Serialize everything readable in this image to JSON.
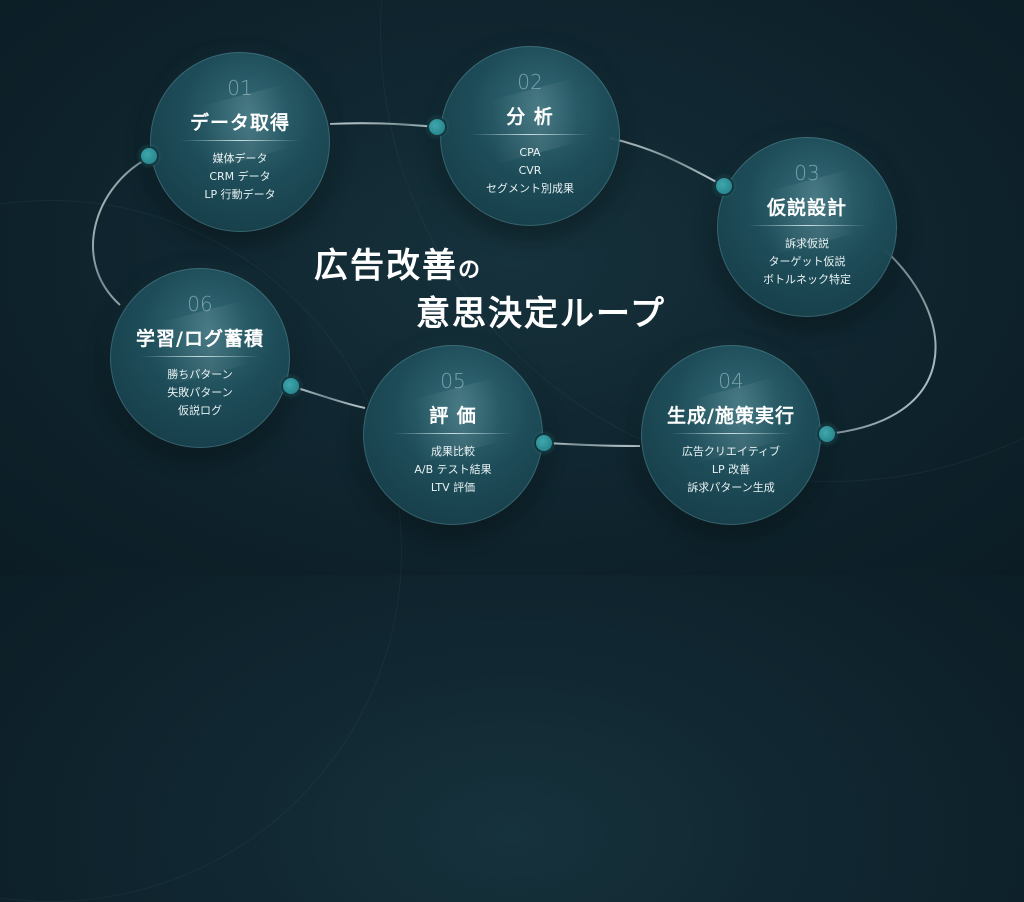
{
  "diagram": {
    "title_line1": "広告改善",
    "title_particle": "の",
    "title_line2": "意思決定ループ",
    "colors": {
      "background": "#102630",
      "node_fill": "#1e4e5a",
      "connector_dot": "#2a9097",
      "loop_line": "#c8d6da"
    },
    "steps": [
      {
        "number": "01",
        "title": "データ取得",
        "items": [
          "媒体データ",
          "CRM データ",
          "LP 行動データ"
        ]
      },
      {
        "number": "02",
        "title": "分 析",
        "items": [
          "CPA",
          "CVR",
          "セグメント別成果"
        ]
      },
      {
        "number": "03",
        "title": "仮説設計",
        "items": [
          "訴求仮説",
          "ターゲット仮説",
          "ボトルネック特定"
        ]
      },
      {
        "number": "04",
        "title": "生成/施策実行",
        "items": [
          "広告クリエイティブ",
          "LP 改善",
          "訴求パターン生成"
        ]
      },
      {
        "number": "05",
        "title": "評 価",
        "items": [
          "成果比較",
          "A/B テスト結果",
          "LTV 評価"
        ]
      },
      {
        "number": "06",
        "title": "学習/ログ蓄積",
        "items": [
          "勝ちパターン",
          "失敗パターン",
          "仮説ログ"
        ]
      }
    ]
  }
}
